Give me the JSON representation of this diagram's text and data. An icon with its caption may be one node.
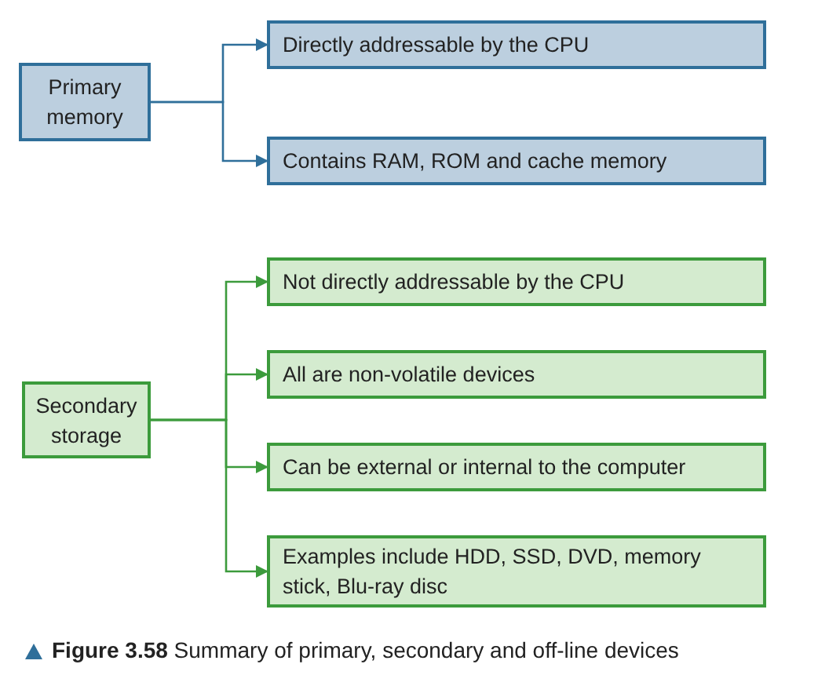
{
  "diagram": {
    "caption": "**Figure 3.58** Summary of primary, secondary and off-line devices",
    "nodes": [
      {
        "text": [
          "Primary memory"
        ]
      },
      {
        "text": [
          "Directly addressable by the CPU"
        ]
      },
      {
        "text": [
          "Contains RAM, ROM and cache memory"
        ]
      },
      {
        "text": [
          "Secondary storage"
        ]
      },
      {
        "text": [
          "Not directly addressable by the CPU"
        ]
      },
      {
        "text": [
          "All are non-volatile devices"
        ]
      },
      {
        "text": [
          "Can be external or internal to the computer"
        ]
      },
      {
        "text": [
          "Examples include HDD, SSD, DVD, memory stick, Blu-ray disc"
        ]
      }
    ],
    "edges": [
      {
        "from": 0,
        "to": 1,
        "arrow": "to",
        "color": "#2f6f9a"
      },
      {
        "from": 0,
        "to": 2,
        "arrow": "to",
        "color": "#2f6f9a"
      },
      {
        "from": 3,
        "to": 4,
        "arrow": "to"
      },
      {
        "from": 3,
        "to": 5,
        "arrow": "to"
      },
      {
        "from": 3,
        "to": 6,
        "arrow": "to"
      },
      {
        "from": 3,
        "to": 7,
        "arrow": "to"
      }
    ]
  }
}
